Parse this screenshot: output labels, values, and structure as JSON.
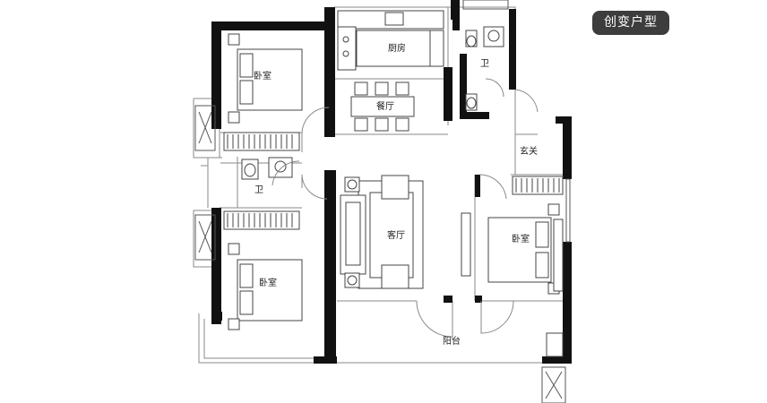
{
  "badge": {
    "label": "创变户型"
  },
  "rooms": {
    "kitchen": "厨房",
    "dining": "餐厅",
    "bedroom_top_left": "卧室",
    "bathroom_top": "卫",
    "bathroom_mid": "卫",
    "foyer": "玄关",
    "living": "客厅",
    "bedroom_right": "卧室",
    "bedroom_bottom_left": "卧室",
    "balcony": "阳台"
  },
  "colors": {
    "wall": "#111111",
    "line": "#7a7a7a",
    "badge_bg": "#3d3d3d"
  }
}
